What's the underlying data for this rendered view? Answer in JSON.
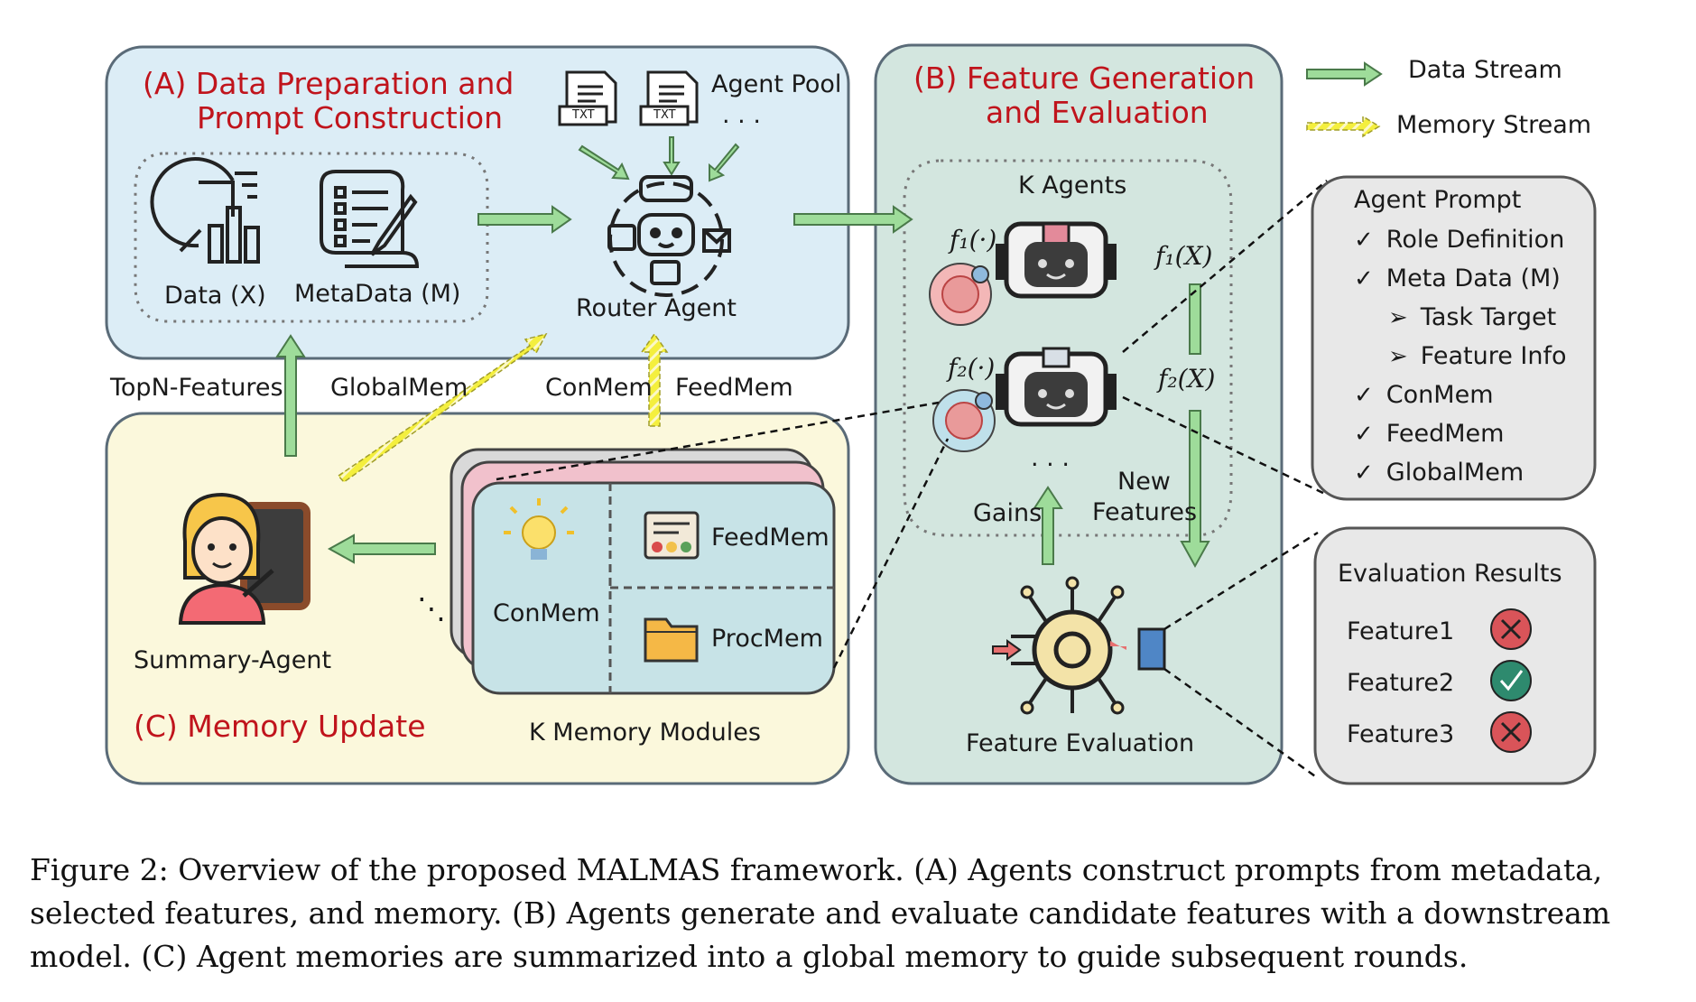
{
  "panels": {
    "a": {
      "title_line1": "(A) Data Preparation and",
      "title_line2": "Prompt Construction"
    },
    "b": {
      "title_line1": "(B) Feature Generation",
      "title_line2": "and Evaluation"
    },
    "c": {
      "title": "(C) Memory Update"
    }
  },
  "legend": {
    "data_stream": "Data Stream",
    "memory_stream": "Memory Stream"
  },
  "a_items": {
    "data": "Data (X)",
    "metadata": "MetaData (M)",
    "agent_pool": "Agent Pool",
    "agent_pool_dots": ". . .",
    "txt": "TXT",
    "router": "Router Agent"
  },
  "flows": {
    "topn": "TopN-Features",
    "globalmem": "GlobalMem",
    "conmem": "ConMem",
    "feedmem": "FeedMem",
    "gains": "Gains",
    "new_features_1": "New",
    "new_features_2": "Features"
  },
  "b_items": {
    "k_agents": "K Agents",
    "f1_func": "f₁(·)",
    "f2_func": "f₂(·)",
    "f1_out": "f₁(X)",
    "f2_out": "f₂(X)",
    "dots": ". . .",
    "feature_eval": "Feature Evaluation"
  },
  "c_items": {
    "summary_agent": "Summary-Agent",
    "k_memory": "K Memory Modules",
    "conmem": "ConMem",
    "feedmem": "FeedMem",
    "procmem": "ProcMem",
    "dots": "⋱"
  },
  "agent_prompt": {
    "title": "Agent Prompt",
    "items": [
      {
        "mark": "✓",
        "text": "Role Definition"
      },
      {
        "mark": "✓",
        "text": "Meta Data (M)"
      },
      {
        "mark": "➢",
        "text": "Task Target"
      },
      {
        "mark": "➢",
        "text": "Feature Info"
      },
      {
        "mark": "✓",
        "text": "ConMem"
      },
      {
        "mark": "✓",
        "text": "FeedMem"
      },
      {
        "mark": "✓",
        "text": "GlobalMem"
      }
    ]
  },
  "eval_results": {
    "title": "Evaluation Results",
    "items": [
      {
        "name": "Feature1",
        "status": "fail"
      },
      {
        "name": "Feature2",
        "status": "pass"
      },
      {
        "name": "Feature3",
        "status": "fail"
      }
    ]
  },
  "caption": "Figure 2: Overview of the proposed MALMAS framework. (A) Agents construct prompts from metadata, selected features, and memory. (B) Agents generate and evaluate candidate features with a downstream model. (C) Agent memories are summarized into a global memory to guide subsequent rounds.",
  "colors": {
    "panel_a": "#dcedf6",
    "panel_b": "#d3e6df",
    "panel_c": "#fbf8dc",
    "side_box": "#e8e8e8",
    "data_arrow": "#9edc9a",
    "memory_arrow": "#f4ef3e",
    "title_red": "#c0141c",
    "pass": "#2e8a6e",
    "fail": "#d95459"
  }
}
